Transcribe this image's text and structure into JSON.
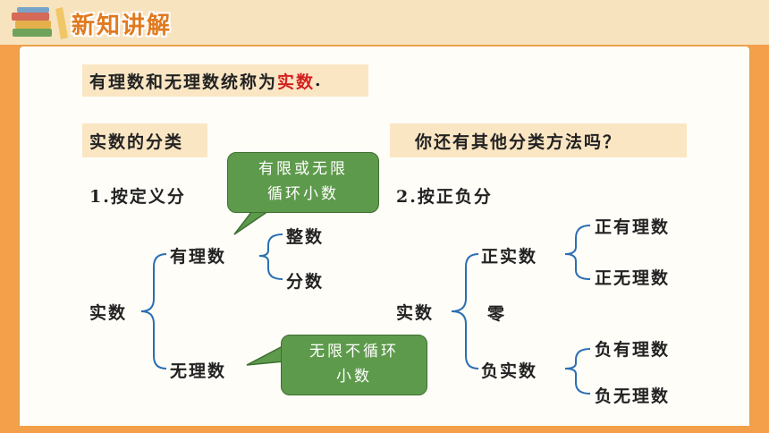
{
  "header": {
    "title": "新知讲解"
  },
  "definition": {
    "prefix": "有理数和无理数统称为",
    "highlight": "实数",
    "suffix": "."
  },
  "classification_box": "实数的分类",
  "question_box": "你还有其他分类方法吗？",
  "method1": {
    "title": "1.按定义分",
    "root": "实数",
    "rational": "有理数",
    "integer": "整数",
    "fraction": "分数",
    "irrational": "无理数",
    "bubble_rational": [
      "有限或无限",
      "循环小数"
    ],
    "bubble_irrational": [
      "无限不循环",
      "小数"
    ]
  },
  "method2": {
    "title": "2.按正负分",
    "root": "实数",
    "positive": "正实数",
    "zero": "零",
    "negative": "负实数",
    "pos_rational": "正有理数",
    "pos_irrational": "正无理数",
    "neg_rational": "负有理数",
    "neg_irrational": "负无理数"
  },
  "colors": {
    "accent": "#e07a1f",
    "box_bg": "#fbe6c4",
    "bubble": "#5e9a4c",
    "highlight": "#d42020",
    "brace": "#2a6fb3"
  }
}
